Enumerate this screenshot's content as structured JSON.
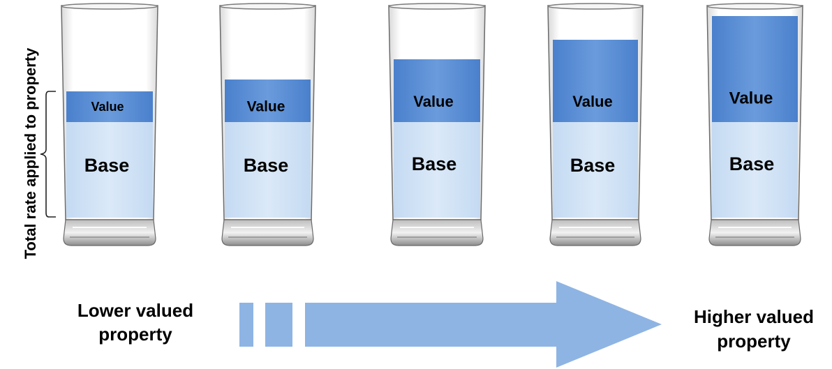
{
  "y_axis_title": "Total rate applied to property",
  "glasses": [
    {
      "base_label": "Base",
      "value_label": "Value"
    },
    {
      "base_label": "Base",
      "value_label": "Value"
    },
    {
      "base_label": "Base",
      "value_label": "Value"
    },
    {
      "base_label": "Base",
      "value_label": "Value"
    },
    {
      "base_label": "Base",
      "value_label": "Value"
    }
  ],
  "progression": {
    "start_label": [
      "Lower valued",
      "property"
    ],
    "end_label": [
      "Higher valued",
      "property"
    ]
  },
  "colors": {
    "base_fill": "#cfe2f5",
    "value_fill": "#5b8fd3",
    "arrow_fill": "#8eb4e3",
    "glass_outline": "#6a6a6a"
  }
}
